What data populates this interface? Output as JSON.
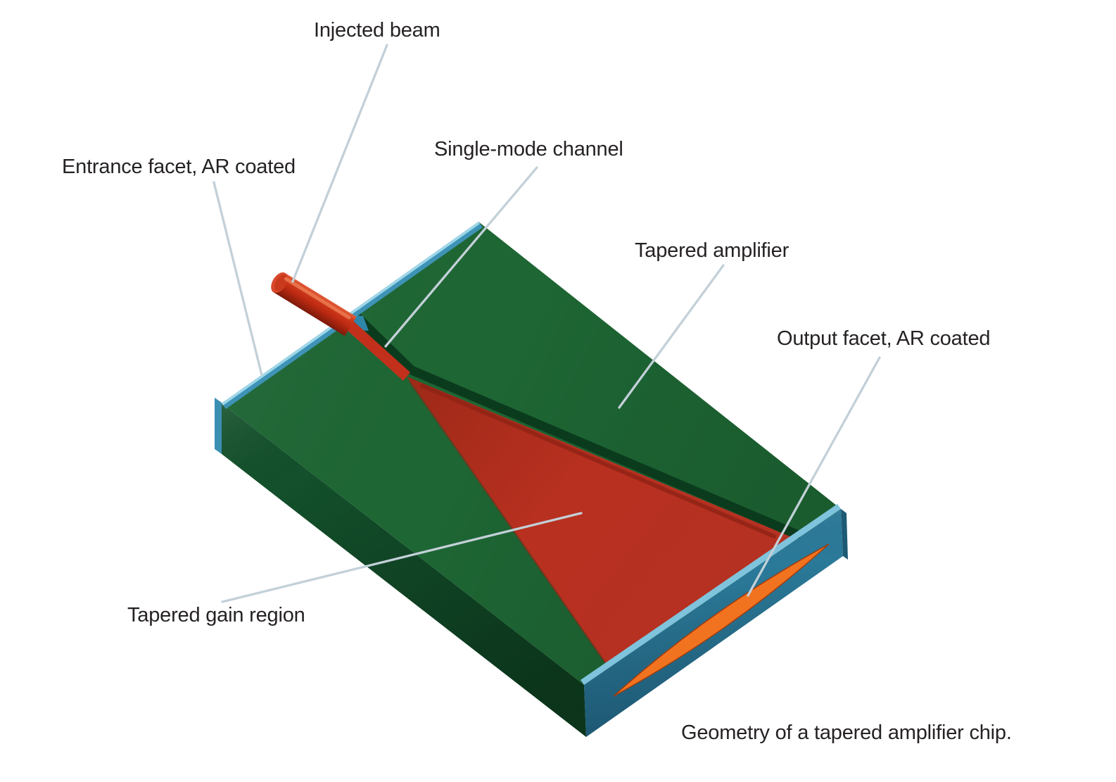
{
  "caption": "Geometry of a tapered amplifier chip.",
  "labels": {
    "injected_beam": "Injected beam",
    "single_mode_channel": "Single-mode channel",
    "entrance_facet": "Entrance facet, AR coated",
    "tapered_amplifier": "Tapered amplifier",
    "output_facet": "Output facet, AR coated",
    "tapered_gain_region": "Tapered gain region"
  },
  "colors": {
    "background": "#ffffff",
    "chip_top_green": "#1e6634",
    "chip_side_green": "#13502b",
    "gain_red": "#b93120",
    "beam_red": "#c2301c",
    "facet_teal": "#2b7a9a",
    "edge_teal": "#3e93b6",
    "edge_highlight": "#9ed7ea",
    "front_edge_highlight": "#7fc3dc",
    "output_spot_orange": "#f2731f",
    "leader_line": "#c3d0d8",
    "label_text": "#262223"
  }
}
